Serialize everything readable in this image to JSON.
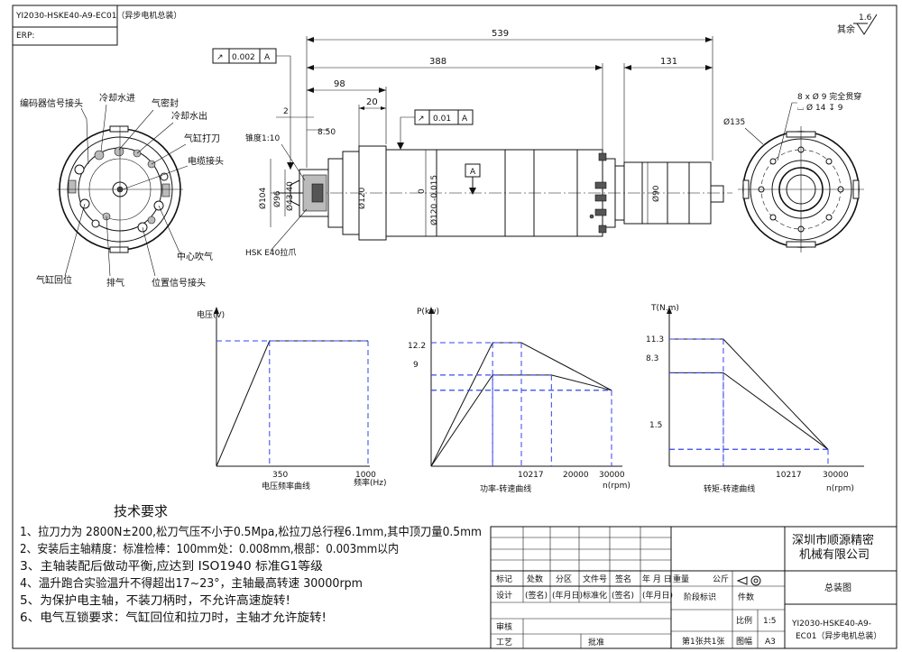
{
  "title_block_top": {
    "drawing_number": "YI2030-HSKE40-A9-EC01（异步电机总装）",
    "erp_label": "ERP:"
  },
  "surface_finish": {
    "roughness": "1.6",
    "remainder_label": "其余"
  },
  "tolerance_frames": [
    {
      "symbol": "↗",
      "value": "0.002",
      "datum": "A"
    },
    {
      "symbol": "↗",
      "value": "0.01",
      "datum": "A"
    }
  ],
  "datum_label": "A",
  "dimensions": {
    "overall_length": "539",
    "length_388": "388",
    "length_131": "131",
    "length_98": "98",
    "length_20": "20",
    "length_2": "2",
    "length_850": "8.50",
    "taper": "锥度1:10",
    "dia_104": "Ø104",
    "dia_96": "Ø96",
    "dia_4340": "Ø43.40",
    "dia_120": "Ø120",
    "dia_120_tol": "Ø120 -0.015",
    "dia_120_tol_upper": "0",
    "dia_90": "Ø90",
    "dia_135": "Ø135",
    "holes_line1": "8 x Ø 9 完全贯穿",
    "holes_line2": "⌴ Ø 14 ↧ 9",
    "hsk_label": "HSK E40拉爪"
  },
  "callouts": {
    "encoder": "编码器信号接头",
    "cooling_in": "冷却水进",
    "air_seal": "气密封",
    "cooling_out": "冷却水出",
    "cylinder_knife": "气缸打刀",
    "cable": "电缆接头",
    "center_blow": "中心吹气",
    "cylinder_return": "气缸回位",
    "exhaust": "排气",
    "position_signal": "位置信号接头"
  },
  "charts": {
    "voltage": {
      "ylabel": "电压(V)",
      "x_ticks": [
        "350",
        "1000"
      ],
      "xlabel": "频率(Hz)",
      "caption": "电压频率曲线"
    },
    "power": {
      "ylabel": "P(kw)",
      "y_ticks": [
        "12.2",
        "9"
      ],
      "x_ticks": [
        "10217",
        "20000",
        "30000"
      ],
      "xlabel": "n(rpm)",
      "caption": "功率-转速曲线"
    },
    "torque": {
      "ylabel": "T(N.m)",
      "y_ticks": [
        "11.3",
        "8.3",
        "1.5"
      ],
      "x_ticks": [
        "10217",
        "30000"
      ],
      "xlabel": "n(rpm)",
      "caption": "转矩-转速曲线"
    }
  },
  "chart_data": [
    {
      "type": "line",
      "title": "电压频率曲线",
      "ylabel": "电压(V)",
      "xlabel": "频率(Hz)",
      "x_ticks": [
        350,
        1000
      ],
      "series": [
        {
          "x": [
            0,
            350,
            1000
          ],
          "y": [
            0,
            1,
            1
          ]
        }
      ]
    },
    {
      "type": "line",
      "title": "功率-转速曲线",
      "ylabel": "P(kw)",
      "xlabel": "n(rpm)",
      "x_ticks": [
        10217,
        20000,
        30000
      ],
      "y_ticks": [
        12.2,
        9
      ],
      "series": [
        {
          "x": [
            0,
            10217,
            15000,
            30000
          ],
          "y": [
            0,
            12.2,
            12.2,
            7.5
          ]
        },
        {
          "x": [
            0,
            10217,
            20000,
            30000
          ],
          "y": [
            0,
            9,
            9,
            7.5
          ]
        }
      ]
    },
    {
      "type": "line",
      "title": "转矩-转速曲线",
      "ylabel": "T(N.m)",
      "xlabel": "n(rpm)",
      "x_ticks": [
        10217,
        30000
      ],
      "y_ticks": [
        11.3,
        8.3,
        1.5
      ],
      "series": [
        {
          "x": [
            0,
            10217,
            30000
          ],
          "y": [
            11.3,
            11.3,
            1.5
          ]
        },
        {
          "x": [
            0,
            10217,
            30000
          ],
          "y": [
            8.3,
            8.3,
            1.5
          ]
        }
      ]
    }
  ],
  "notes": {
    "heading": "技术要求",
    "items": [
      "1、拉刀力为 2800N±200,松刀气压不小于0.5Mpa,松拉刀总行程6.1mm,其中顶刀量0.5mm",
      "2、安装后主轴精度：标准检棒：100mm处：0.008mm,根部：0.003mm以内",
      "3、主轴装配后做动平衡,应达到 ISO1940 标准G1等级",
      "4、温升跑合实验温升不得超出17~23°，主轴最高转速 30000rpm",
      "5、为保护电主轴，不装刀柄时，不允许高速旋转!",
      "6、电气互锁要求：气缸回位和拉刀时，主轴才允许旋转!"
    ]
  },
  "title_block": {
    "company_line1": "深圳市顺源精密",
    "company_line2": "机械有限公司",
    "drawing_title": "总装图",
    "code_line1": "YI2030-HSKE40-A9-",
    "code_line2": "EC01（异步电机总装）",
    "row_labels": [
      "标记",
      "处数",
      "分区",
      "文件号",
      "签名",
      "年 月 日",
      "重量",
      "公斤"
    ],
    "design_row": [
      "设计",
      "(签名)",
      "(年月日)",
      "标准化",
      "(签名)",
      "(年月日)"
    ],
    "stage_label": "阶段标识",
    "qty_label": "件数",
    "scale_label": "比例",
    "scale_value": "1:5",
    "review_label": "审核",
    "process_label": "工艺",
    "approve_label": "批准",
    "sheet_label": "第1张共1张",
    "format_label": "图幅",
    "format_value": "A3"
  }
}
